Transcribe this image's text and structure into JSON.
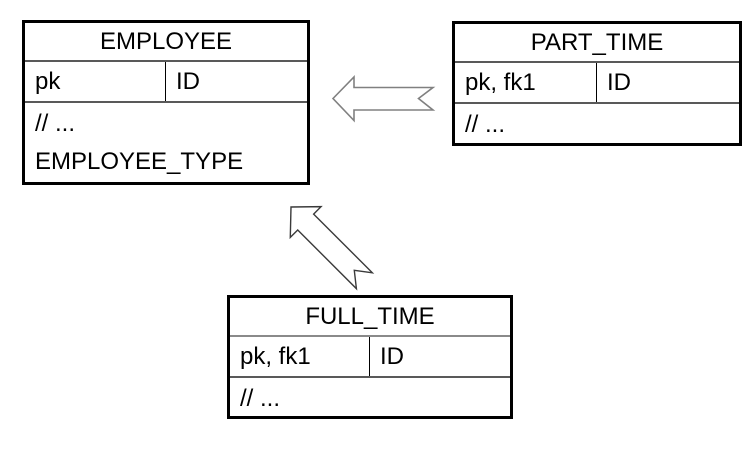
{
  "diagram": {
    "title": "employee-subtype-inheritance-diagram",
    "tables": [
      {
        "id": "employee",
        "title": "EMPLOYEE",
        "key": "pk",
        "column": "ID",
        "body_lines": [
          "// ...",
          "EMPLOYEE_TYPE"
        ]
      },
      {
        "id": "part_time",
        "title": "PART_TIME",
        "key": "pk, fk1",
        "column": "ID",
        "body_lines": [
          "// ..."
        ]
      },
      {
        "id": "full_time",
        "title": "FULL_TIME",
        "key": "pk, fk1",
        "column": "ID",
        "body_lines": [
          "// ..."
        ]
      }
    ],
    "arrows": [
      {
        "name": "part-time-to-employee",
        "shape": "notched-block-arrow",
        "direction": "left"
      },
      {
        "name": "full-time-to-employee",
        "shape": "notched-block-arrow",
        "direction": "up-left"
      }
    ],
    "colors": {
      "background": "#ffffff",
      "table_border": "#000000",
      "inner_separator": "#595959",
      "full_time_title_separator": "#8a8a8a",
      "arrow_outline_horizontal": "#808080",
      "arrow_outline_diagonal": "#3a3a3a",
      "text": "#000000"
    }
  }
}
